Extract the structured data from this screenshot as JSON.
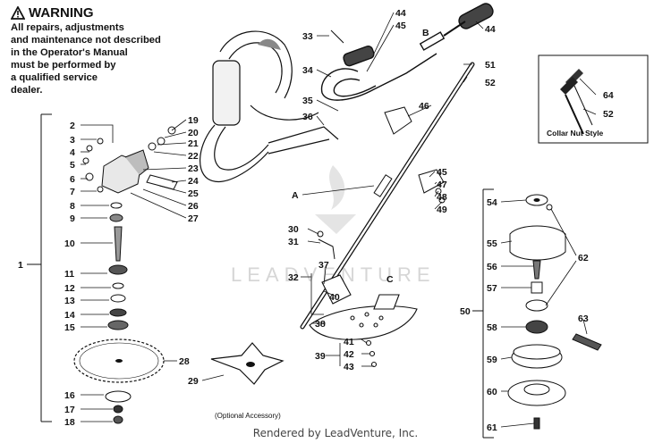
{
  "warning": {
    "title": "WARNING",
    "lines": [
      "All repairs, adjustments",
      "and maintenance not described",
      "in the Operator's Manual",
      "must be performed by",
      "a qualified service",
      "dealer."
    ]
  },
  "inset": {
    "caption": "Collar Nut Style",
    "callouts": [
      "64",
      "52"
    ]
  },
  "watermark": "LEADVENTURE",
  "accessory_label": "(Optional Accessory)",
  "footer": "Rendered by LeadVenture, Inc.",
  "callouts": [
    "1",
    "2",
    "3",
    "4",
    "5",
    "6",
    "7",
    "8",
    "9",
    "10",
    "11",
    "12",
    "13",
    "14",
    "15",
    "16",
    "17",
    "18",
    "19",
    "20",
    "21",
    "22",
    "23",
    "24",
    "25",
    "26",
    "27",
    "28",
    "29",
    "30",
    "31",
    "32",
    "33",
    "34",
    "35",
    "36",
    "37",
    "38",
    "39",
    "40",
    "41",
    "42",
    "43",
    "44",
    "44",
    "45",
    "45",
    "46",
    "47",
    "48",
    "49",
    "50",
    "51",
    "52",
    "54",
    "55",
    "56",
    "57",
    "58",
    "59",
    "60",
    "61",
    "62",
    "63"
  ],
  "letters": [
    "A",
    "B",
    "C"
  ],
  "colors": {
    "ink": "#111111",
    "watermark": "#d6d6d6"
  }
}
